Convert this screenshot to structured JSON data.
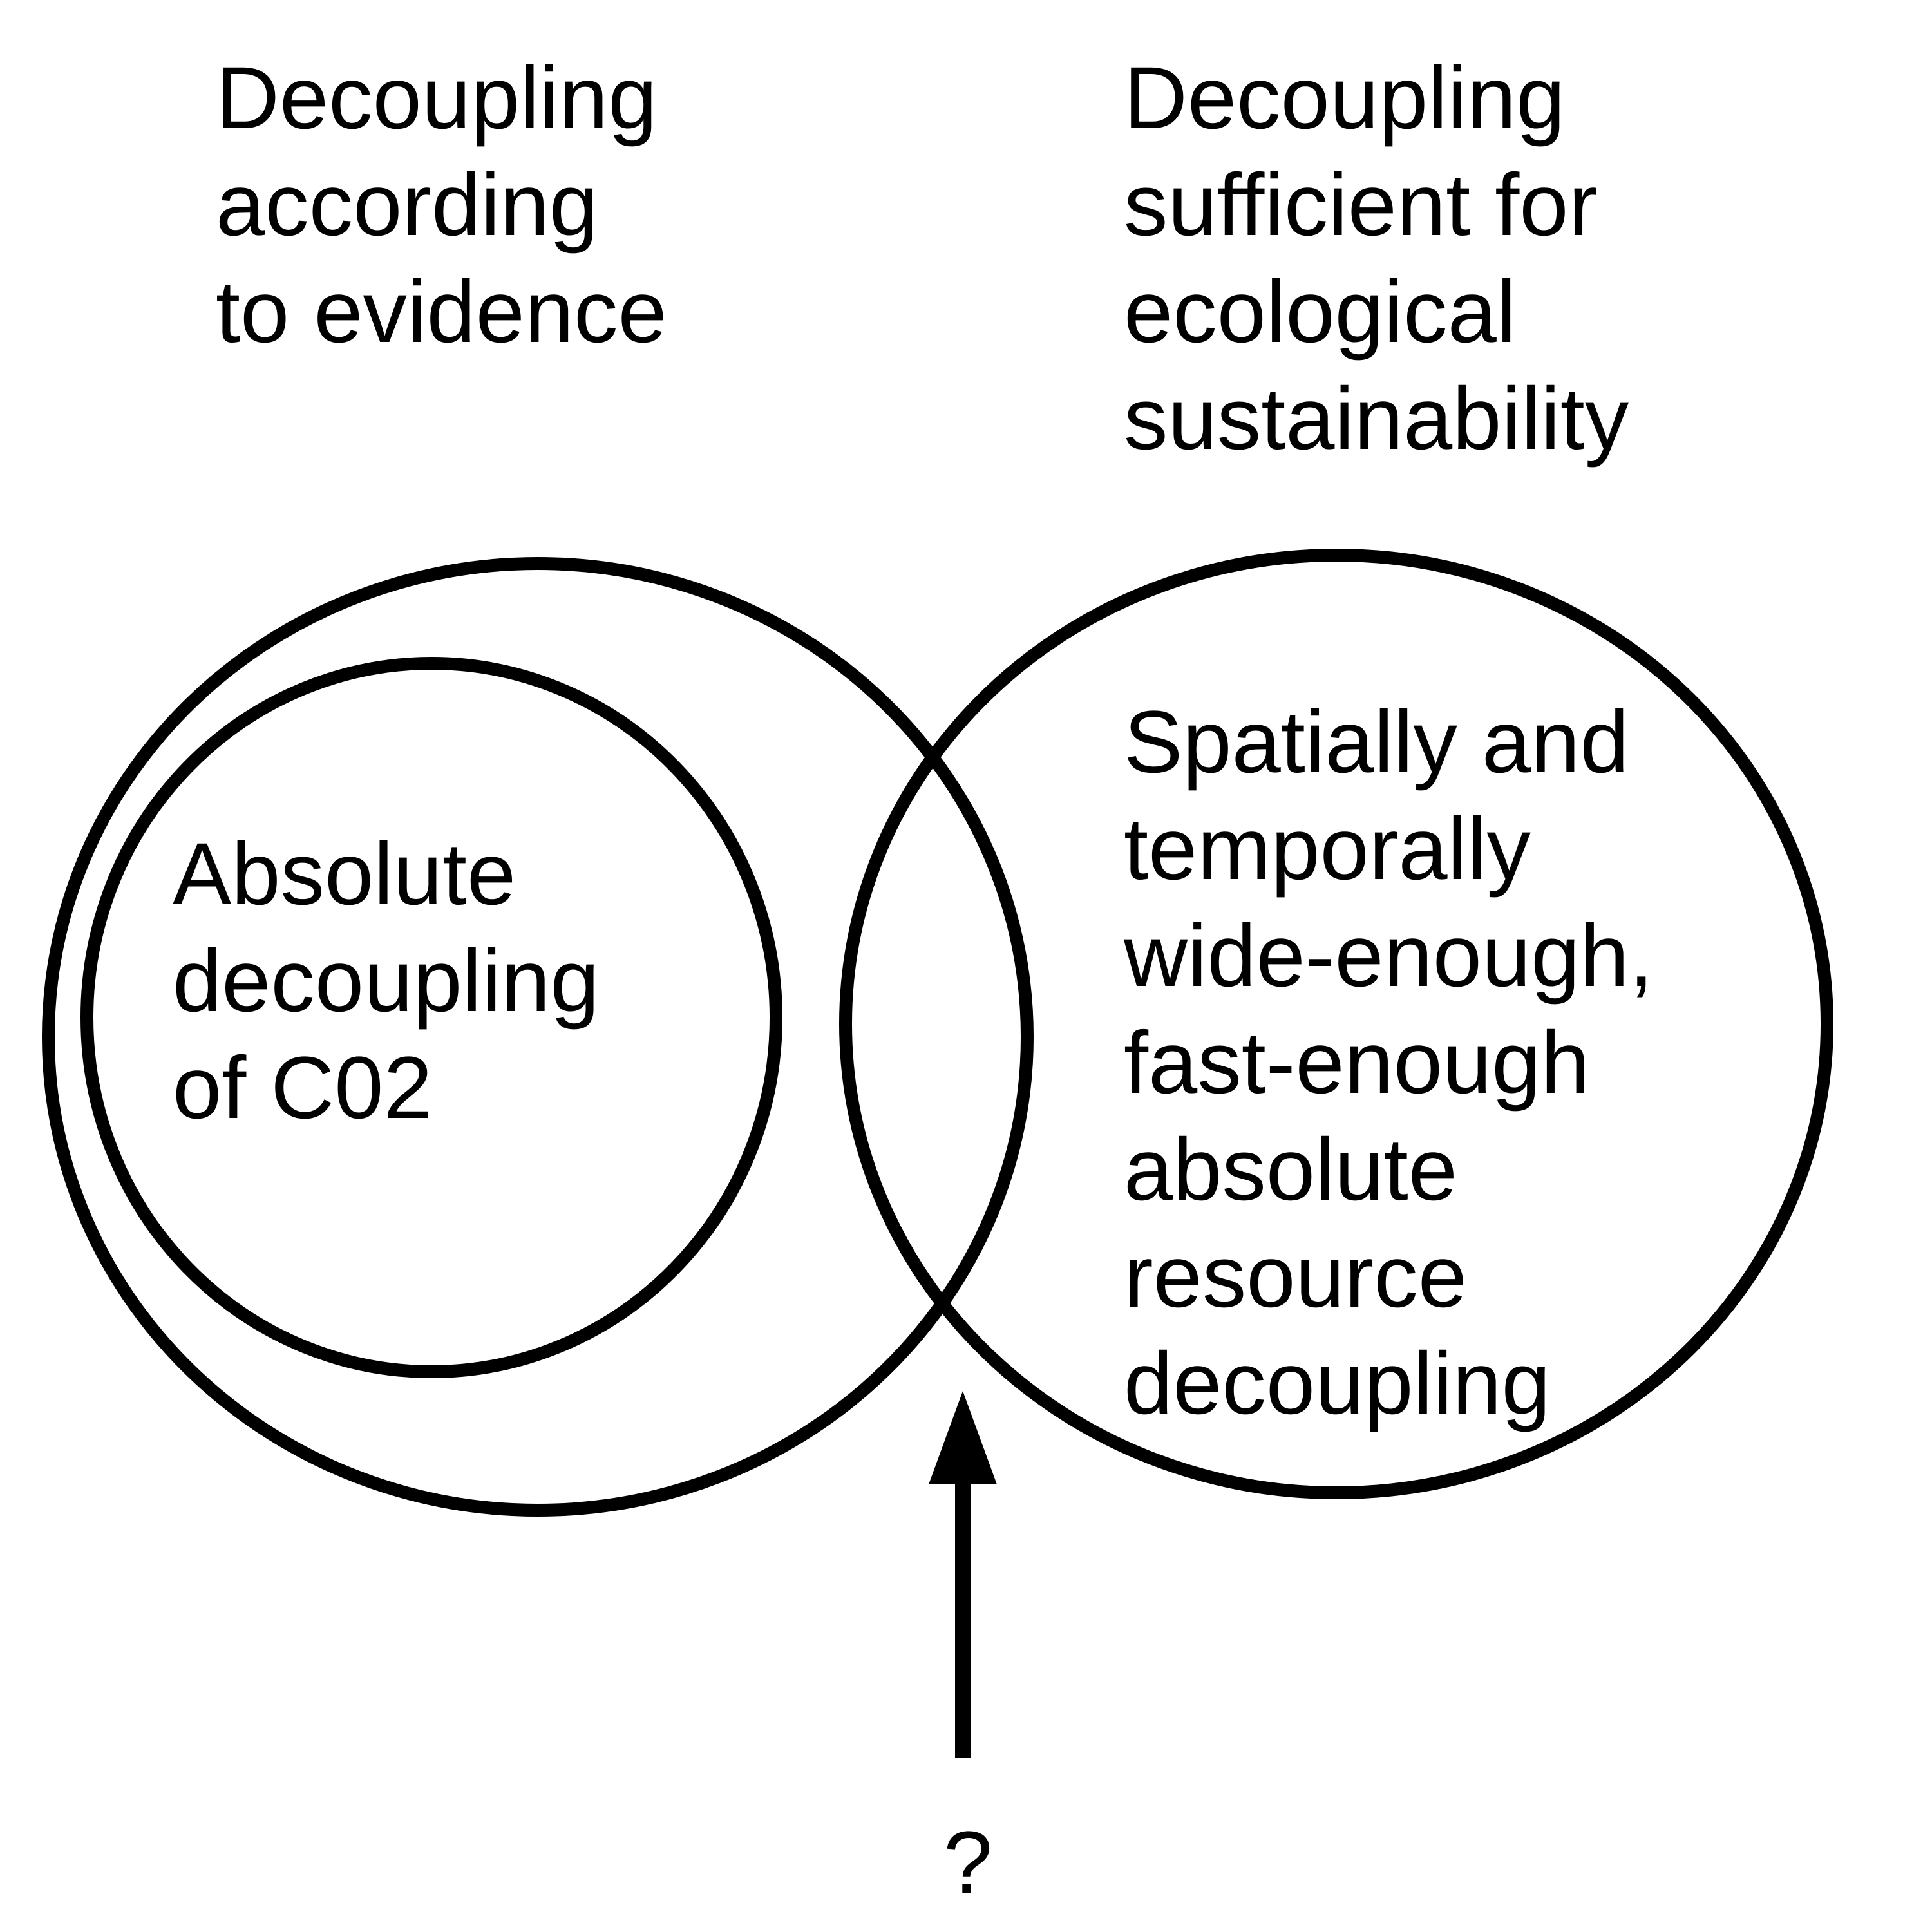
{
  "title_left": {
    "lines": [
      "Decoupling",
      "according",
      "to evidence"
    ]
  },
  "title_right": {
    "lines": [
      "Decoupling",
      "sufficient for",
      "ecological",
      "sustainability"
    ]
  },
  "inner_circle_label": {
    "lines": [
      "Absolute",
      "decoupling",
      "of C02"
    ]
  },
  "right_circle_label": {
    "lines": [
      "Spatially and",
      "temporally",
      "wide-enough,",
      "fast-enough",
      "absolute",
      "resource",
      "decoupling"
    ]
  },
  "arrow_label": "?",
  "colors": {
    "stroke": "#000000",
    "background": "#ffffff"
  }
}
